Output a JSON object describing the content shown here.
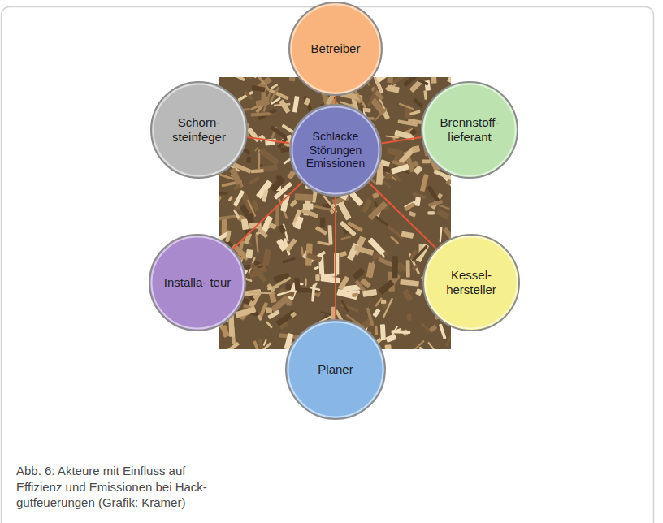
{
  "diagram": {
    "caption": "Abb. 6: Akteure mit Einfluss auf Effizienz und Emissionen bei Hack- gutfeuerungen (Grafik: Krämer)",
    "nodes": [
      {
        "text": [
          "Betreiber"
        ]
      },
      {
        "text": [
          "Schorn- steinfeger"
        ]
      },
      {
        "text": [
          "Brennstoff- lieferant"
        ]
      },
      {
        "text": [
          "Schlacke Störungen Emissionen"
        ]
      },
      {
        "text": [
          "Installa- teur"
        ]
      },
      {
        "text": [
          "Kessel- hersteller"
        ]
      },
      {
        "text": [
          "Planer"
        ]
      }
    ],
    "edges": [
      {
        "from": 3,
        "to": 0,
        "arrow": "none"
      },
      {
        "from": 3,
        "to": 2,
        "arrow": "none"
      },
      {
        "from": 3,
        "to": 5,
        "arrow": "none"
      },
      {
        "from": 3,
        "to": 6,
        "arrow": "none"
      },
      {
        "from": 3,
        "to": 4,
        "arrow": "none"
      },
      {
        "from": 3,
        "to": 1,
        "arrow": "none"
      }
    ]
  }
}
